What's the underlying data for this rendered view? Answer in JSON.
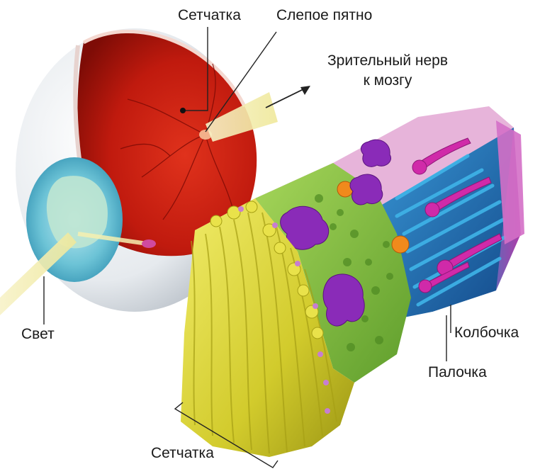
{
  "labels": {
    "retina_top": "Сетчатка",
    "blind_spot": "Слепое пятно",
    "optic_nerve_line1": "Зрительный нерв",
    "optic_nerve_line2": "к мозгу",
    "light": "Свет",
    "cone": "Колбочка",
    "rod": "Палочка",
    "retina_bottom": "Сетчатка"
  },
  "colors": {
    "eye_white": "#e8ecef",
    "retina_red": "#c81d10",
    "iris_blue": "#6cc3d6",
    "light_beam": "#f4efa8",
    "ganglion_yellow": "#d8d236",
    "bipolar_green": "#7cc243",
    "neuron_purple": "#8a2bb8",
    "photoreceptor_blue": "#1f6fb8",
    "cone_magenta": "#d02aa9",
    "pigment_pink": "#e48fd6"
  }
}
